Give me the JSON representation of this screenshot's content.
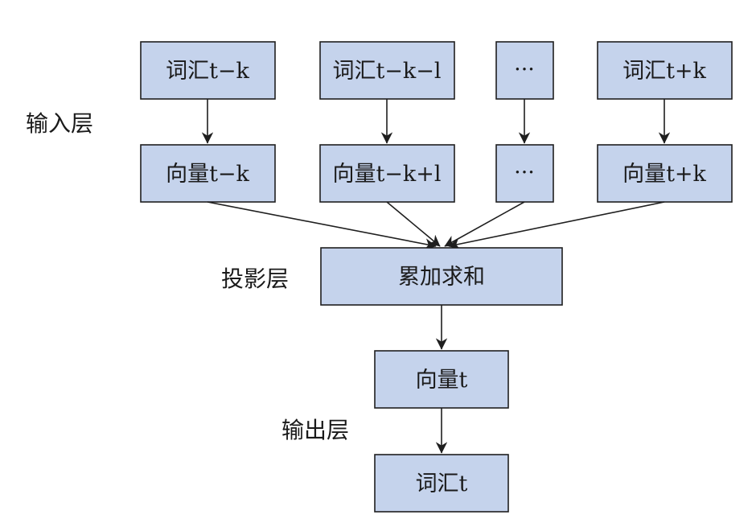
{
  "diagram": {
    "layers": {
      "input": "输入层",
      "projection": "投影层",
      "output": "输出层"
    },
    "nodes": {
      "word_t_minus_k": "词汇t−k",
      "word_t_minus_k_minus_l": "词汇t−k−l",
      "word_ellipsis": "···",
      "word_t_plus_k": "词汇t+k",
      "vec_t_minus_k": "向量t−k",
      "vec_t_minus_k_plus_l": "向量t−k+l",
      "vec_ellipsis": "···",
      "vec_t_plus_k": "向量t+k",
      "sum": "累加求和",
      "vec_t": "向量t",
      "word_t": "词汇t"
    }
  }
}
